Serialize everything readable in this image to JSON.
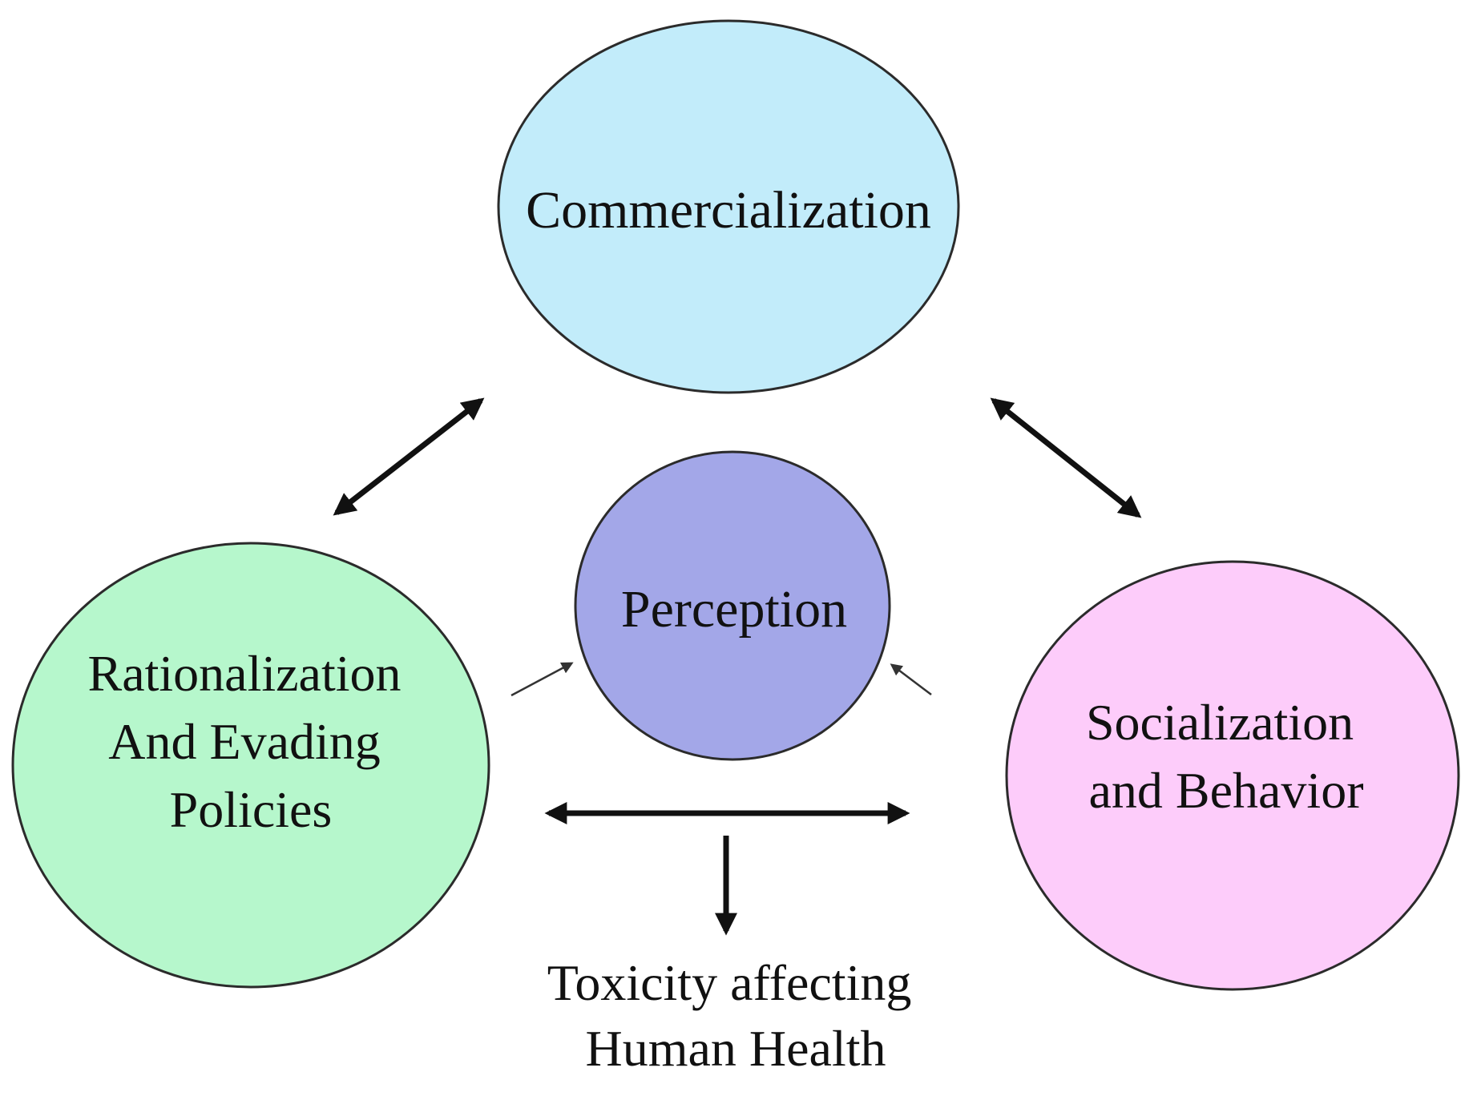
{
  "nodes": {
    "commercialization": {
      "lines": [
        "Commercialization"
      ],
      "color": "#c2ecfa"
    },
    "perception": {
      "lines": [
        "Perception"
      ],
      "color": "#a3a7e8"
    },
    "rationalization": {
      "lines": [
        "Rationalization",
        "And Evading",
        "Policies"
      ],
      "color": "#b6f7cc"
    },
    "socialization": {
      "lines": [
        "Socialization",
        "and Behavior"
      ],
      "color": "#fdccfa"
    }
  },
  "outcome": {
    "lines": [
      "Toxicity affecting",
      "Human Health"
    ]
  },
  "colors": {
    "outline": "#2b2b2b",
    "arrow": "#111111"
  }
}
